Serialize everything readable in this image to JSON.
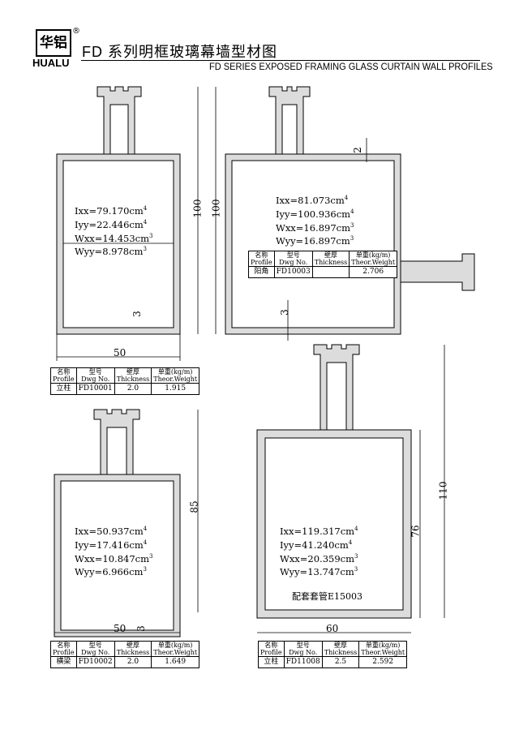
{
  "header": {
    "logo_text": "华铝",
    "registered": "®",
    "brand": "HUALU",
    "title": "FD 系列明框玻璃幕墙型材图",
    "subtitle": "FD SERIES EXPOSED FRAMING GLASS CURTAIN WALL PROFILES"
  },
  "table_headers": {
    "profile_cn": "名称",
    "profile_en": "Profile",
    "dwg_cn": "型号",
    "dwg_en": "Dwg No.",
    "thick_cn": "壁厚",
    "thick_en": "Thickness",
    "weight_cn": "单重",
    "weight_unit": "(kg/m)",
    "weight_en": "Theor.Weight"
  },
  "profiles": [
    {
      "name": "立柱",
      "dwg": "FD10001",
      "thickness": "2.0",
      "weight": "1.915",
      "ixx": "Ixx=79.170cm",
      "iyy": "Iyy=22.446cm",
      "wxx": "Wxx=14.453cm",
      "wyy": "Wyy=8.978cm",
      "dim_h": "100",
      "dim_w": "50",
      "dim_t": "3"
    },
    {
      "name": "阳角",
      "dwg": "FD10003",
      "thickness": "",
      "weight": "2.706",
      "ixx": "Ixx=81.073cm",
      "iyy": "Iyy=100.936cm",
      "wxx": "Wxx=16.897cm",
      "wyy": "Wyy=16.897cm",
      "dim_h": "100",
      "dim_t": "3",
      "dim_t2": "2"
    },
    {
      "name": "横梁",
      "dwg": "FD10002",
      "thickness": "2.0",
      "weight": "1.649",
      "ixx": "Ixx=50.937cm",
      "iyy": "Iyy=17.416cm",
      "wxx": "Wxx=10.847cm",
      "wyy": "Wyy=6.966cm",
      "dim_h": "85",
      "dim_w": "50",
      "dim_t": "3"
    },
    {
      "name": "立柱",
      "dwg": "FD11008",
      "thickness": "2.5",
      "weight": "2.592",
      "ixx": "Ixx=119.317cm",
      "iyy": "Iyy=41.240cm",
      "wxx": "Wxx=20.359cm",
      "wyy": "Wyy=13.747cm",
      "dim_h": "110",
      "dim_h2": "76",
      "dim_w": "60",
      "note": "配套套管E15003"
    }
  ],
  "exp": {
    "i": "4",
    "w": "3"
  },
  "colors": {
    "wall": "#dcdcdc",
    "line": "#000000"
  }
}
